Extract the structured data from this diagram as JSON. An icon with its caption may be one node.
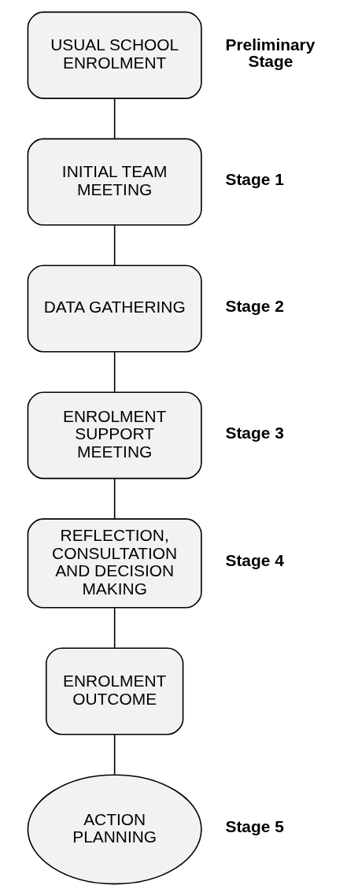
{
  "diagram": {
    "nodes": [
      {
        "text": [
          "USUAL SCHOOL ENROLMENT"
        ],
        "beside": [
          "Preliminary Stage"
        ]
      },
      {
        "text": [
          "INITIAL TEAM MEETING"
        ],
        "beside": [
          "Stage 1"
        ]
      },
      {
        "text": [
          "DATA GATHERING"
        ],
        "beside": [
          "Stage 2"
        ]
      },
      {
        "text": [
          "ENROLMENT SUPPORT MEETING"
        ],
        "beside": [
          "Stage 3"
        ]
      },
      {
        "text": [
          "REFLECTION, CONSULTATION AND DECISION MAKING"
        ],
        "beside": [
          "Stage 4"
        ]
      },
      {
        "text": [
          "ENROLMENT OUTCOME"
        ]
      },
      {
        "text": [
          "ACTION PLANNING"
        ],
        "beside": [
          "Stage 5"
        ]
      }
    ],
    "edges": [
      {
        "from": 0,
        "to": 1,
        "arrow": "none"
      },
      {
        "from": 1,
        "to": 2,
        "arrow": "none"
      },
      {
        "from": 2,
        "to": 3,
        "arrow": "none"
      },
      {
        "from": 3,
        "to": 4,
        "arrow": "none"
      },
      {
        "from": 4,
        "to": 5,
        "arrow": "none"
      },
      {
        "from": 5,
        "to": 6,
        "arrow": "none"
      }
    ]
  }
}
